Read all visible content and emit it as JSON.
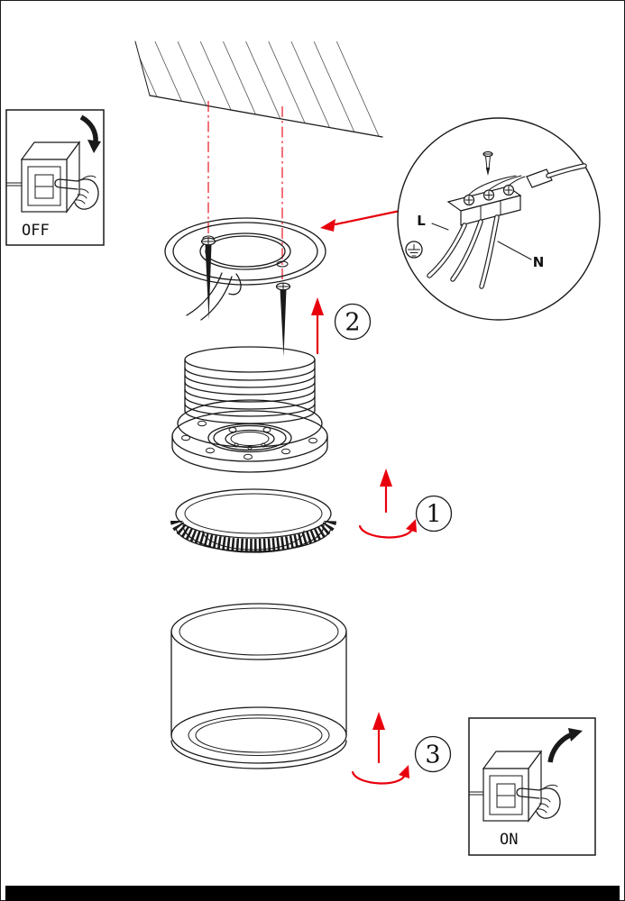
{
  "colors": {
    "paper": "#ffffff",
    "line": "#1a1a1a",
    "accent_red": "#e8000d",
    "footer_bar": "#000000"
  },
  "steps": [
    {
      "number": "1"
    },
    {
      "number": "2"
    },
    {
      "number": "3"
    }
  ],
  "insets": {
    "off": {
      "label": "OFF"
    },
    "on": {
      "label": "ON"
    }
  },
  "callout": {
    "live_label": "L",
    "neutral_label": "N",
    "ground_icon": "earth-ground-symbol"
  }
}
